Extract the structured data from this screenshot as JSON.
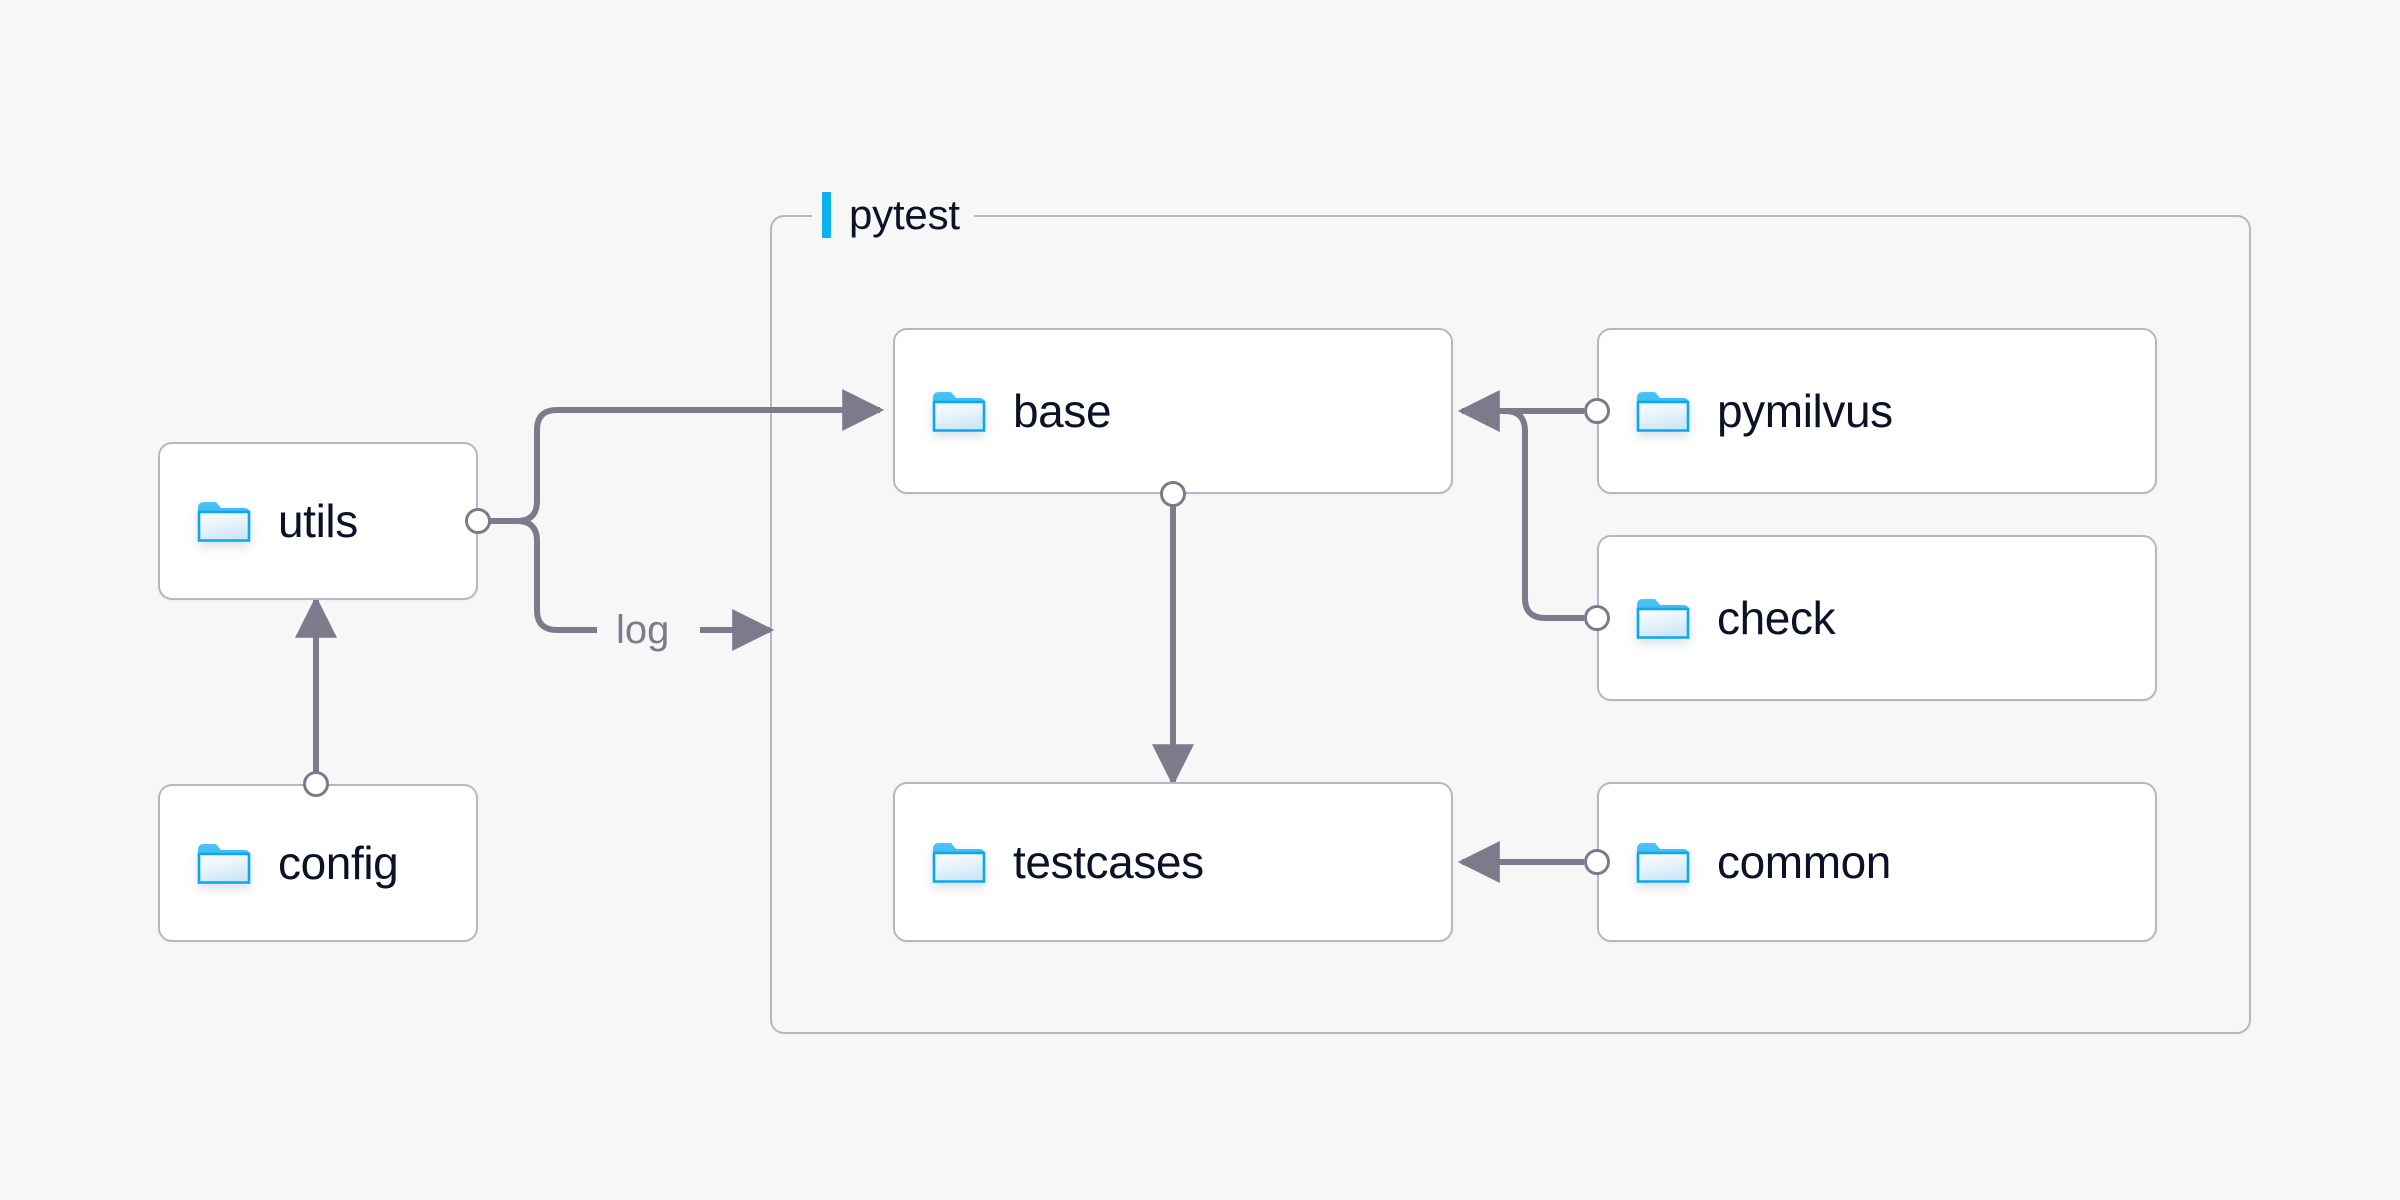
{
  "diagram": {
    "title": "pytest test framework module dependency diagram",
    "background_color": "#f7f7f8",
    "accent_color": "#0bb0ee",
    "node_border_color": "#b9b6c4",
    "wire_color": "#7b7b8b",
    "text_color": "#0b1227"
  },
  "group": {
    "label": "pytest",
    "accent_color": "#0bb0ee"
  },
  "nodes": [
    {
      "id": "utils",
      "label": "utils",
      "icon": "folder-icon",
      "inside_group": false
    },
    {
      "id": "config",
      "label": "config",
      "icon": "folder-icon",
      "inside_group": false
    },
    {
      "id": "base",
      "label": "base",
      "icon": "folder-icon",
      "inside_group": true
    },
    {
      "id": "testcases",
      "label": "testcases",
      "icon": "folder-icon",
      "inside_group": true
    },
    {
      "id": "pymilvus",
      "label": "pymilvus",
      "icon": "folder-icon",
      "inside_group": true
    },
    {
      "id": "check",
      "label": "check",
      "icon": "folder-icon",
      "inside_group": true
    },
    {
      "id": "common",
      "label": "common",
      "icon": "folder-icon",
      "inside_group": true
    }
  ],
  "edges": [
    {
      "id": "config-utils",
      "from": "config",
      "to": "utils",
      "label": ""
    },
    {
      "id": "utils-base",
      "from": "utils",
      "to": "base",
      "label": ""
    },
    {
      "id": "utils-log",
      "from": "utils",
      "to": "pytest",
      "label": "log"
    },
    {
      "id": "base-testcases",
      "from": "base",
      "to": "testcases",
      "label": ""
    },
    {
      "id": "pymilvus-base",
      "from": "pymilvus",
      "to": "base",
      "label": ""
    },
    {
      "id": "check-base",
      "from": "check",
      "to": "base",
      "label": ""
    },
    {
      "id": "common-testcases",
      "from": "common",
      "to": "testcases",
      "label": ""
    }
  ],
  "edge_labels": {
    "log": "log"
  }
}
